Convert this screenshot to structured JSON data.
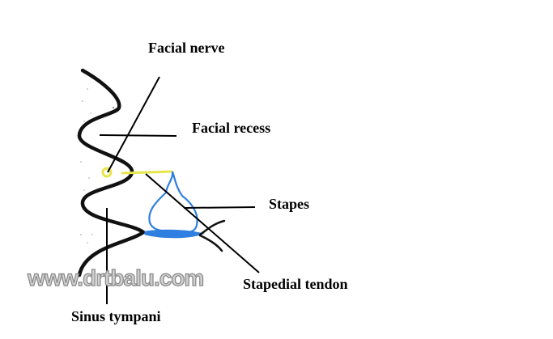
{
  "labels": {
    "facial_nerve": "Facial nerve",
    "facial_recess": "Facial recess",
    "stapes": "Stapes",
    "stapedial_tendon": "Stapedial tendon",
    "sinus_tympani": "Sinus tympani"
  },
  "watermark": "www.drtbalu.com",
  "colors": {
    "bone": "#111111",
    "stapes": "#2f7fe0",
    "tendon": "#e6e64a",
    "leader": "#000000"
  }
}
